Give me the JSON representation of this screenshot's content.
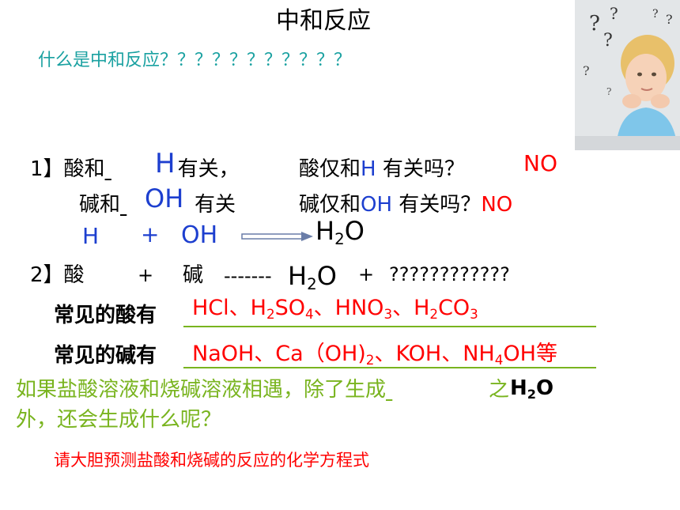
{
  "title": "中和反应",
  "question1": "什么是中和反应？？？？？？？？？？？",
  "section1": {
    "num": "1】",
    "acid_prefix": "酸和",
    "acid_blank": "H",
    "acid_suffix": "有关，",
    "acid_q_prefix": "酸仅和",
    "acid_q_ion": "H",
    "acid_q_suffix": "有关吗？",
    "acid_answer": "NO",
    "base_prefix": "碱和",
    "base_blank": "OH",
    "base_suffix": "有关",
    "base_q_prefix": "碱仅和",
    "base_q_ion": "OH",
    "base_q_suffix": "有关吗？",
    "base_answer": "NO"
  },
  "reaction": {
    "h": "H",
    "plus": "+",
    "oh": "OH",
    "product": "H",
    "product_sub": "2",
    "product_tail": "O"
  },
  "section2": {
    "num": "2】",
    "acid": "酸",
    "plus1": "+",
    "base": "碱",
    "dashes": "-------",
    "water": "H",
    "water_sub": "2",
    "water_tail": "O",
    "plus2": "+",
    "unknown": "????????????"
  },
  "common_acids": {
    "label": "常见的酸有",
    "p1": "HCl、H",
    "s1": "2",
    "p2": "SO",
    "s2": "4",
    "p3": "、HNO",
    "s3": "3",
    "p4": "、H",
    "s4": "2",
    "p5": "CO",
    "s5": "3"
  },
  "common_bases": {
    "label": "常见的碱有",
    "p1": "NaOH、Ca（OH)",
    "s1": "2",
    "p2": "、KOH、NH",
    "s2": "4",
    "p3": "OH",
    "suffix": "等"
  },
  "question2": {
    "line1_prefix": "如果盐酸溶液和烧碱溶液相遇，除了生成",
    "blank": "H",
    "blank_sub": "2",
    "blank_tail": "O",
    "line1_suffix": "之",
    "line2": "外，还会生成什么呢？"
  },
  "prompt": "请大胆预测盐酸和烧碱的反应的化学方程式",
  "photo": {
    "marks": "? ? ? ?"
  },
  "colors": {
    "teal": "#1aa1a1",
    "blue": "#1d3fcf",
    "red": "#ff0000",
    "green": "#79b41f"
  }
}
